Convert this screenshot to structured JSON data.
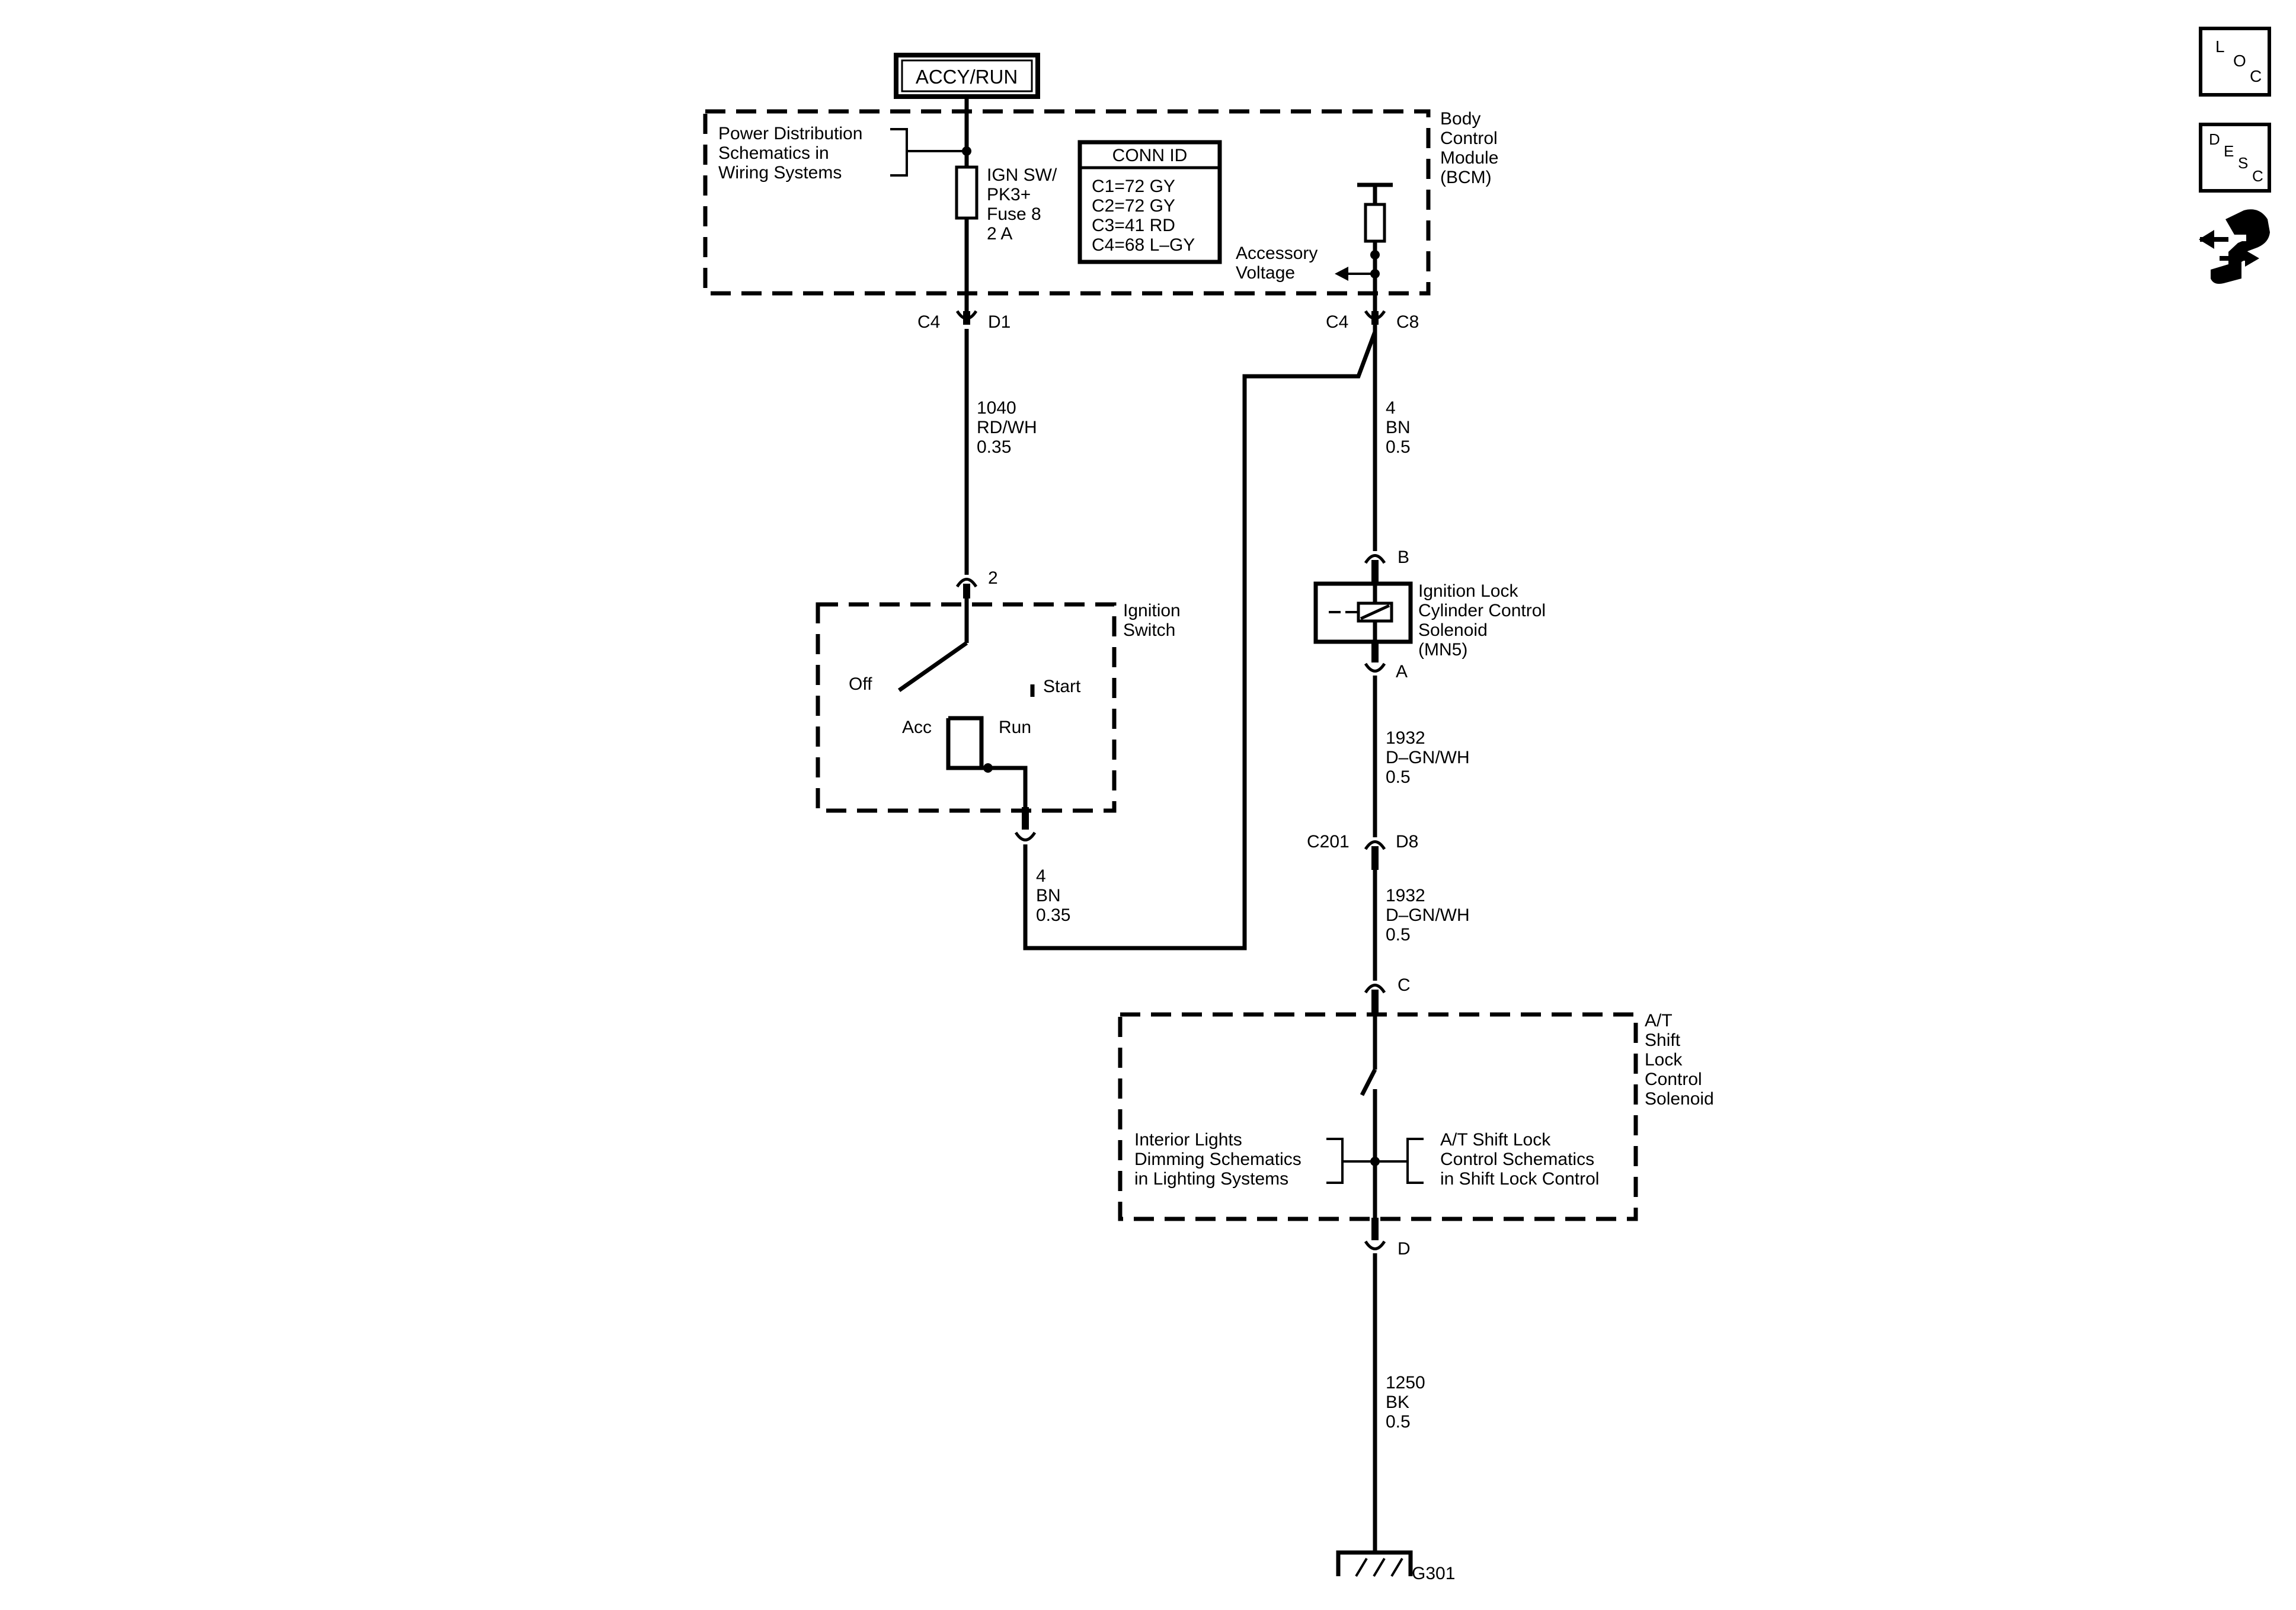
{
  "power_source": "ACCY/RUN",
  "bcm": {
    "label": [
      "Body",
      "Control",
      "Module",
      "(BCM)"
    ],
    "power_dist_ref": [
      "Power Distribution",
      "Schematics in",
      "Wiring Systems"
    ],
    "fuse": [
      "IGN SW/",
      "PK3+",
      "Fuse 8",
      "2 A"
    ],
    "conn_id_title": "CONN ID",
    "conn_id": [
      "C1=72 GY",
      "C2=72 GY",
      "C3=41 RD",
      "C4=68 L–GY"
    ],
    "accessory_voltage": [
      "Accessory",
      "Voltage"
    ]
  },
  "connectors": {
    "bcm_left": {
      "conn": "C4",
      "pin": "D1"
    },
    "bcm_right": {
      "conn": "C4",
      "pin": "C8"
    },
    "ign_switch_in": "2",
    "solenoid_b": "B",
    "solenoid_a": "A",
    "inline": {
      "conn": "C201",
      "pin": "D8"
    },
    "shift_c": "C",
    "shift_d": "D"
  },
  "wires": {
    "w1040": [
      "1040",
      "RD/WH",
      "0.35"
    ],
    "w4_bcm": [
      "4",
      "BN",
      "0.5"
    ],
    "w4_switch": [
      "4",
      "BN",
      "0.35"
    ],
    "w1932_a": [
      "1932",
      "D–GN/WH",
      "0.5"
    ],
    "w1932_b": [
      "1932",
      "D–GN/WH",
      "0.5"
    ],
    "w1250": [
      "1250",
      "BK",
      "0.5"
    ]
  },
  "ignition_switch": {
    "label": [
      "Ignition",
      "Switch"
    ],
    "positions": {
      "off": "Off",
      "start": "Start",
      "acc": "Acc",
      "run": "Run"
    }
  },
  "solenoid": {
    "label": [
      "Ignition Lock",
      "Cylinder Control",
      "Solenoid",
      "(MN5)"
    ]
  },
  "shift_lock": {
    "label": [
      "A/T",
      "Shift",
      "Lock",
      "Control",
      "Solenoid"
    ],
    "ref_left": [
      "Interior Lights",
      "Dimming Schematics",
      "in Lighting Systems"
    ],
    "ref_right": [
      "A/T Shift Lock",
      "Control Schematics",
      "in Shift Lock Control"
    ]
  },
  "ground": "G301",
  "nav": {
    "loc": [
      "L",
      "O",
      "C"
    ],
    "desc": [
      "D",
      "E",
      "S",
      "C"
    ]
  }
}
